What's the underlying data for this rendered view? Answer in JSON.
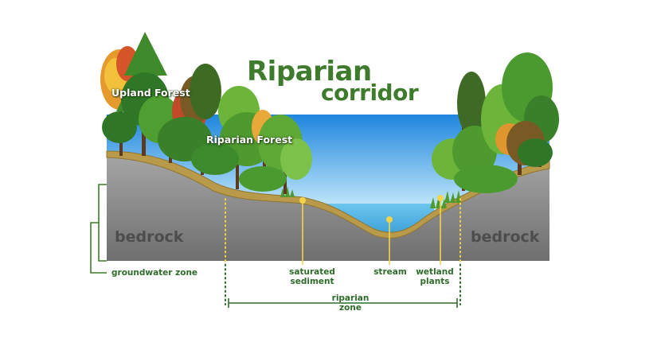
{
  "title": {
    "line1": "Riparian",
    "line2": "corridor"
  },
  "labels": {
    "upland_forest": "Upland Forest",
    "riparian_forest": "Riparian Forest",
    "bedrock_left": "bedrock",
    "bedrock_right": "bedrock",
    "groundwater_zone": "groundwater zone",
    "saturated_sediment": [
      "saturated",
      "sediment"
    ],
    "stream": "stream",
    "wetland_plants": [
      "wetland",
      "plants"
    ],
    "riparian_zone": [
      "riparian",
      "zone"
    ]
  },
  "colors": {
    "title_green": "#3f7b2c",
    "callout_yellow": "#f3d34a",
    "label_green": "#2f6b2a",
    "bedrock_gray": "#8c8c8c",
    "sediment_tan": "#b99a4a",
    "sky_top": "#1f86de",
    "sky_bottom": "#c9ecfb",
    "water": "#4fb2e4"
  }
}
